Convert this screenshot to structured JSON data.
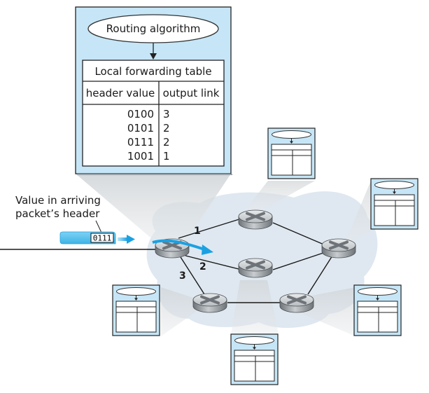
{
  "main_table": {
    "algorithm_label": "Routing algorithm",
    "table_title": "Local forwarding table",
    "col_header_value": "header value",
    "col_output_link": "output link",
    "rows": [
      {
        "header": "0100",
        "link": "3"
      },
      {
        "header": "0101",
        "link": "2"
      },
      {
        "header": "0111",
        "link": "2"
      },
      {
        "header": "1001",
        "link": "1"
      }
    ]
  },
  "packet": {
    "caption_line1": "Value in arriving",
    "caption_line2": "packet’s header",
    "header_value": "0111"
  },
  "links": {
    "l1": "1",
    "l2": "2",
    "l3": "3"
  },
  "colors": {
    "box_fill": "#c6e6f7",
    "cloud_fill": "#dfe8f0",
    "packet_blue": "#29aae1",
    "arrow_blue": "#1ba1e2"
  },
  "routers": [
    "router-a",
    "router-top",
    "router-middle",
    "router-right",
    "router-bottom-left",
    "router-bottom-right"
  ]
}
